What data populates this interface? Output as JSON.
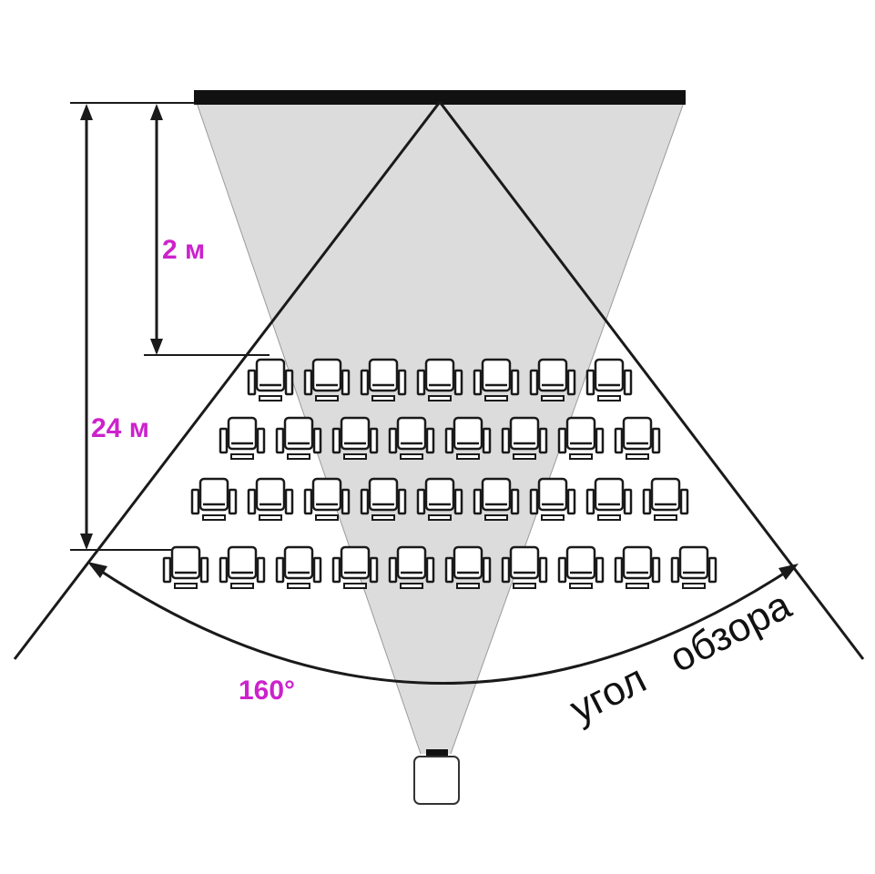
{
  "labels": {
    "front_distance": "2 м",
    "back_distance": "24 м",
    "angle_value": "160°",
    "viewing_angle_caption": "угол   обзора"
  },
  "rows": [
    7,
    8,
    9,
    10
  ],
  "colors": {
    "beam": "#dcdcdc",
    "screen": "#111111",
    "line": "#1a1a1a",
    "accent": "#cc22cc"
  }
}
